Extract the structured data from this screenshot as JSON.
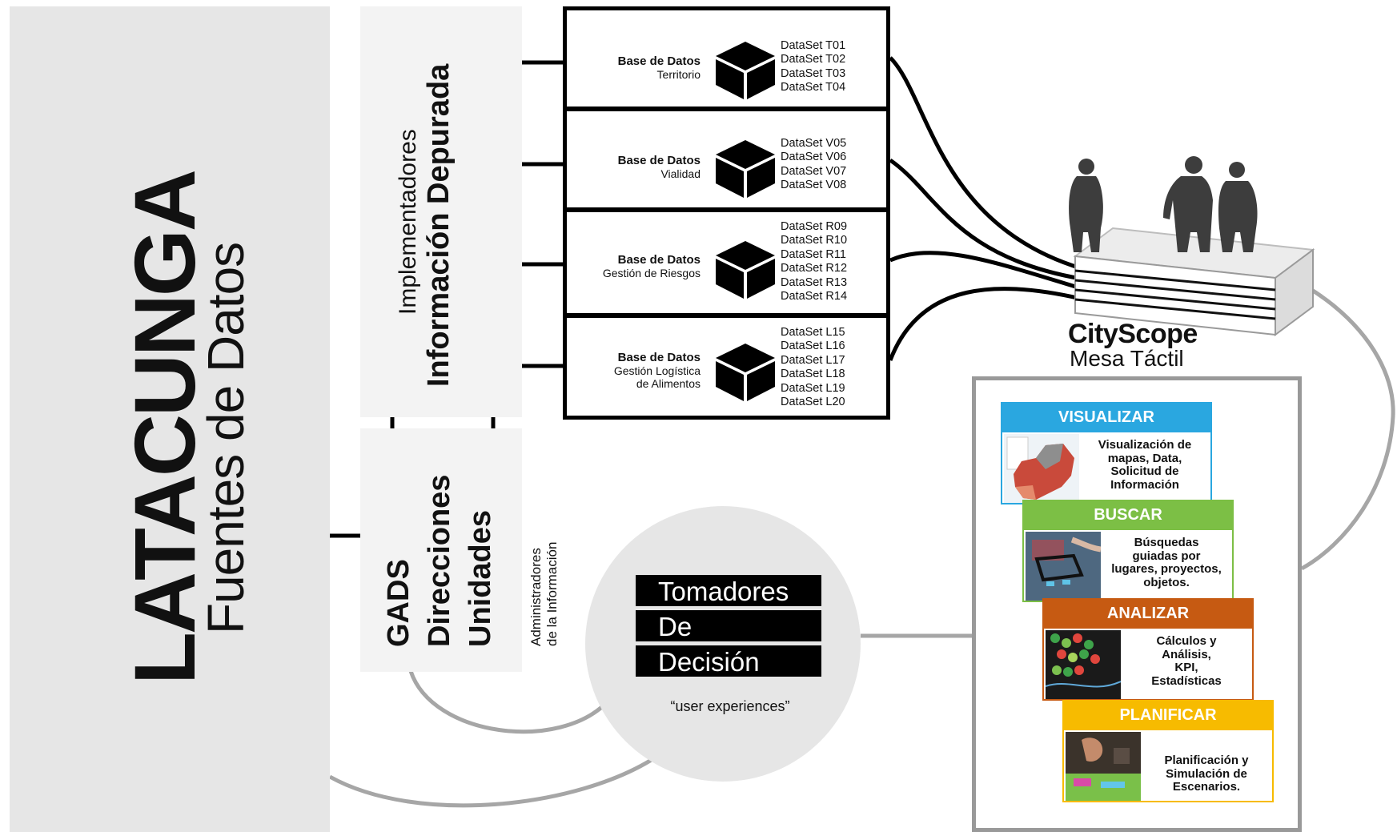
{
  "left_block": {
    "title": "LATACUNGA",
    "subtitle": "Fuentes de Datos"
  },
  "implementers": {
    "label": "Implementadores",
    "heading": "Información Depurada"
  },
  "gads": {
    "items": [
      "GADS",
      "Direcciones",
      "Unidades"
    ],
    "admin_lines": [
      "Administradores",
      "de la Información"
    ]
  },
  "databases": [
    {
      "title": "Base de Datos",
      "subtitle_lines": [
        "Territorio"
      ],
      "datasets": [
        "DataSet T01",
        "DataSet T02",
        "DataSet T03",
        "DataSet T04"
      ]
    },
    {
      "title": "Base de Datos",
      "subtitle_lines": [
        "Vialidad"
      ],
      "datasets": [
        "DataSet V05",
        "DataSet V06",
        "DataSet V07",
        "DataSet V08"
      ]
    },
    {
      "title": "Base de Datos",
      "subtitle_lines": [
        "Gestión de Riesgos"
      ],
      "datasets": [
        "DataSet R09",
        "DataSet R10",
        "DataSet R11",
        "DataSet R12",
        "DataSet R13",
        "DataSet R14"
      ]
    },
    {
      "title": "Base de Datos",
      "subtitle_lines": [
        "Gestión Logística",
        "de Alimentos"
      ],
      "datasets": [
        "DataSet L15",
        "DataSet L16",
        "DataSet L17",
        "DataSet L18",
        "DataSet L19",
        "DataSet L20"
      ]
    }
  ],
  "cityscope": {
    "title": "CityScope",
    "subtitle": "Mesa Táctil"
  },
  "decision": {
    "lines": [
      "Tomadores",
      "De",
      "Decisión"
    ],
    "quote": "“user experiences”"
  },
  "cards": [
    {
      "title": "VISUALIZAR",
      "text_lines": [
        "Visualización de",
        "mapas, Data,",
        "Solicitud de",
        "Información"
      ],
      "color": "#2aa7e0"
    },
    {
      "title": "BUSCAR",
      "text_lines": [
        "Búsquedas",
        "guiadas por",
        "lugares, proyectos,",
        "objetos."
      ],
      "color": "#7cbf45"
    },
    {
      "title": "ANALIZAR",
      "text_lines": [
        "Cálculos y",
        "Análisis,",
        "KPI,",
        "Estadísticas"
      ],
      "color": "#c65a12"
    },
    {
      "title": "PLANIFICAR",
      "text_lines": [
        "Planificación y",
        "Simulación de",
        "Escenarios."
      ],
      "color": "#f7bb00"
    }
  ],
  "colors": {
    "panel_grey": "#e6e6e6",
    "column_grey": "#f3f3f3",
    "curve_grey": "#a6a6a6",
    "frame_grey": "#999999"
  }
}
